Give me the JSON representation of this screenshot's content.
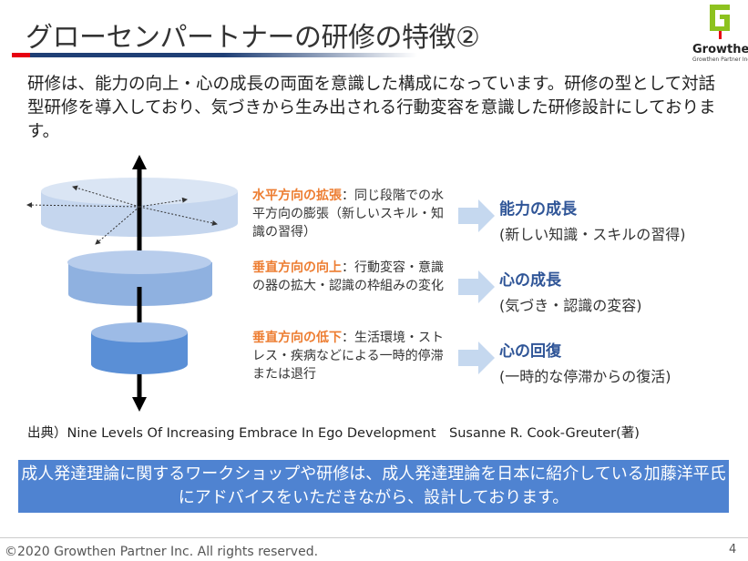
{
  "title": "グローセンパートナーの研修の特徴②",
  "logo": {
    "name": "Growthen",
    "sub": "Growthen Partner Inc."
  },
  "intro": "研修は、能力の向上・心の成長の両面を意識した構成になっています。研修の型として対話型研修を導入しており、気づきから生み出される行動変容を意識した研修設計にしております。",
  "items": [
    {
      "heading": "水平方向の拡張",
      "desc": "：同じ段階での水平方向の膨張（新しいスキル・知識の習得）",
      "result_title": "能力の成長",
      "result_sub": "(新しい知識・スキルの習得)"
    },
    {
      "heading": "垂直方向の向上",
      "desc": "：行動変容・意識の器の拡大・認識の枠組みの変化",
      "result_title": "心の成長",
      "result_sub": "(気づき・認識の変容)"
    },
    {
      "heading": "垂直方向の低下",
      "desc": "：生活環境・ストレス・疾病などによる一時的停滞または退行",
      "result_title": "心の回復",
      "result_sub": "(一時的な停滞からの復活)"
    }
  ],
  "citation": "出典）Nine Levels Of Increasing Embrace In Ego Development　Susanne R. Cook-Greuter(著)",
  "note": "成人発達理論に関するワークショップや研修は、成人発達理論を日本に紹介している加藤洋平氏にアドバイスをいただきながら、設計しております。",
  "footer": {
    "copyright": "©2020  Growthen Partner Inc. All rights reserved.",
    "page": "4"
  },
  "colors": {
    "accent": "#ed7d31",
    "heading": "#2f5597",
    "box": "#4f83d1",
    "rule_red": "#e60012"
  }
}
